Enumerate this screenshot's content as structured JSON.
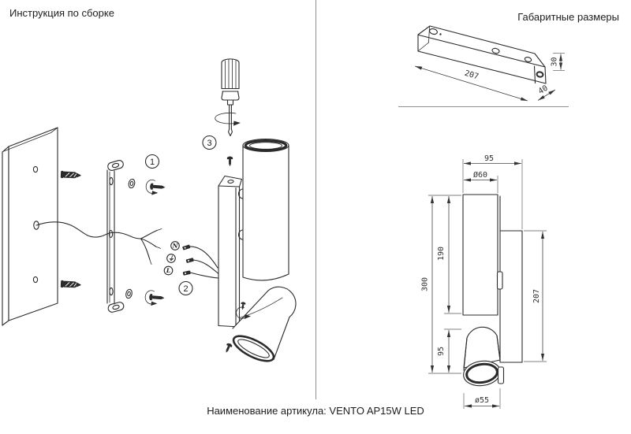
{
  "header": {
    "left_title": "Инструкция по сборке",
    "right_title": "Габаритные размеры"
  },
  "footer": {
    "article": "Наименование артикула: VENTO AP15W LED"
  },
  "steps": {
    "one": "1",
    "two": "2",
    "three": "3"
  },
  "wiring": {
    "neutral": "N",
    "earth": "⏚",
    "line": "L"
  },
  "dims": {
    "bar": {
      "length": "207",
      "height": "30",
      "depth": "40"
    },
    "side": {
      "width": "95",
      "top_diameter": "Ø60",
      "body_height": "190",
      "total_height": "300",
      "spot_height": "95",
      "plate_height": "207",
      "spot_diameter": "ø55"
    }
  },
  "colors": {
    "ink": "#2b2b2b",
    "divider": "#8f8f8f",
    "background": "#ffffff"
  }
}
